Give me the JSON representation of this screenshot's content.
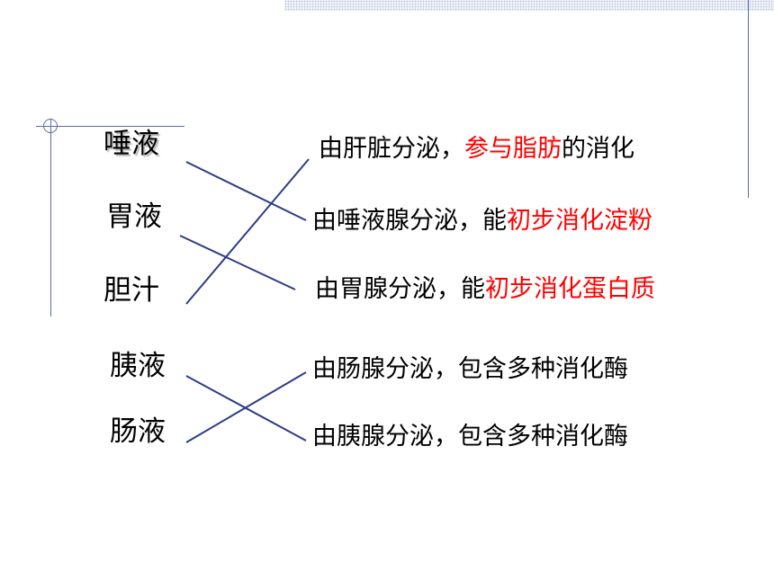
{
  "left_terms": {
    "saliva": "唾液",
    "gastric_juice": "胃液",
    "bile": "胆汁",
    "pancreatic_juice": "胰液",
    "intestinal_juice": "肠液"
  },
  "descriptions": {
    "d1": {
      "prefix": "由肝脏分泌，",
      "highlight": "参与脂肪",
      "suffix": "的消化"
    },
    "d2": {
      "prefix": "由唾液腺分泌，能",
      "highlight": "初步消化淀粉"
    },
    "d3": {
      "prefix": "由胃腺分泌，能",
      "highlight": "初步消化蛋白质"
    },
    "d4": {
      "text": "由肠腺分泌，包含多种消化酶"
    },
    "d5": {
      "text": "由胰腺分泌，包含多种消化酶"
    }
  },
  "colors": {
    "highlight": "#ff0000",
    "connector": "#2e3b87",
    "decoration": "#5b6aa8"
  }
}
